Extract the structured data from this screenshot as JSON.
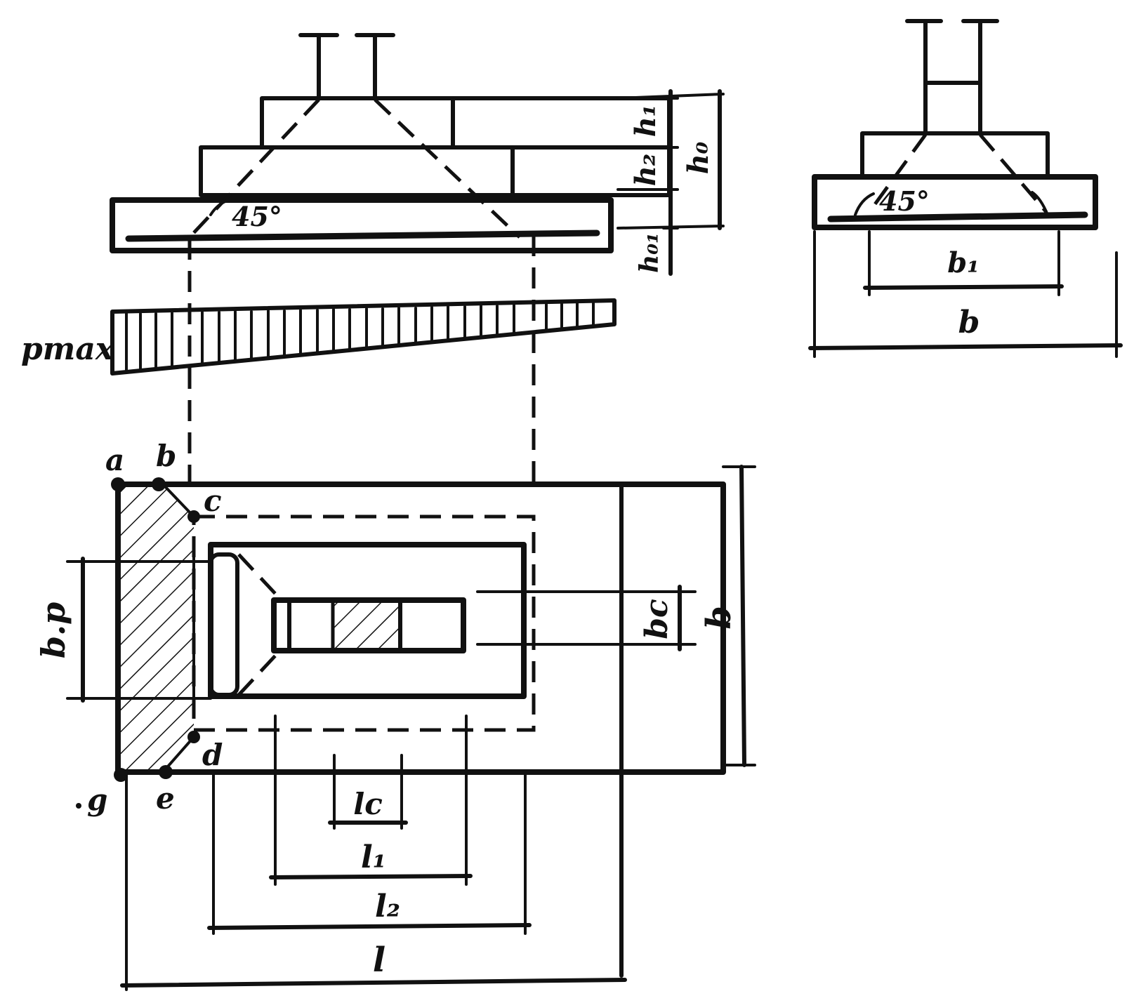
{
  "labels": {
    "angle_left": "45°",
    "angle_right": "45°",
    "h_top": "h₁",
    "h_mid": "h₂",
    "h_0": "h₀",
    "h_01": "h₀₁",
    "p_max": "pmax",
    "b1": "b₁",
    "b_section": "b",
    "b_plan": "b",
    "bc": "bc",
    "bp": "b.p",
    "lc": "lc",
    "l1": "l₁",
    "l2": "l₂",
    "l": "l",
    "pt_a": "a",
    "pt_b": "b",
    "pt_c": "c",
    "pt_d": "d",
    "pt_e": "e",
    "pt_g": "g"
  },
  "colors": {
    "ink": "#111111",
    "paper": "#ffffff"
  }
}
